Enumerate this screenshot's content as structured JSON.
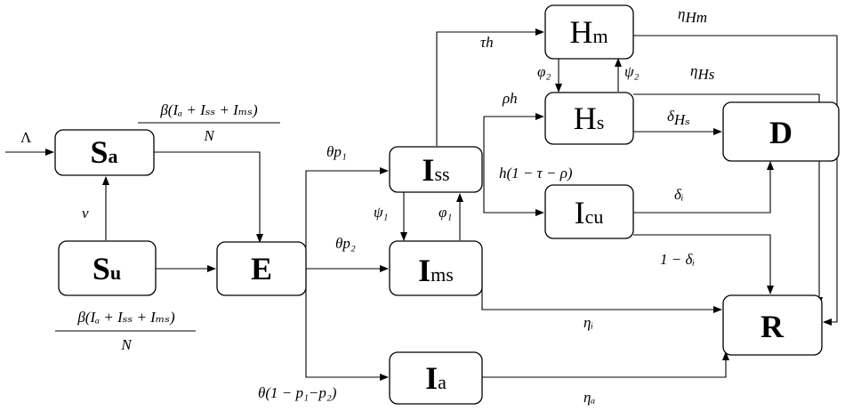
{
  "nodes": {
    "sa": {
      "main": "S",
      "sub": "a"
    },
    "su": {
      "main": "S",
      "sub": "u"
    },
    "e": {
      "main": "E",
      "sub": ""
    },
    "iss": {
      "main": "I",
      "sub": "ss"
    },
    "ims": {
      "main": "I",
      "sub": "ms"
    },
    "ia": {
      "main": "I",
      "sub": "a"
    },
    "hm": {
      "main": "H",
      "sub": "m"
    },
    "hs": {
      "main": "H",
      "sub": "s"
    },
    "icu": {
      "main": "I",
      "sub": "cu"
    },
    "d": {
      "main": "D",
      "sub": ""
    },
    "r": {
      "main": "R",
      "sub": ""
    }
  },
  "labels": {
    "lambda": "Λ",
    "v": "v",
    "beta_num": "β(Iₐ + Iₛₛ + Iₘₛ)",
    "beta_den": "N",
    "theta_p1": "θp₁",
    "theta_p2": "θp₂",
    "theta_rest": "θ(1 − p₁−p₂)",
    "tau_h": "τh",
    "rho_h": "ρh",
    "h_rest": "h(1 − τ − ρ)",
    "psi1": "ψ₁",
    "phi1": "φ₁",
    "phi2": "φ₂",
    "psi2": "ψ₂",
    "eta_hm": "η",
    "eta_hm_sub": "Hm",
    "eta_hs": "η",
    "eta_hs_sub": "Hs",
    "delta_hs": "δ",
    "delta_hs_sub": "Hₛ",
    "delta_i": "δᵢ",
    "one_minus_delta_i": "1 − δᵢ",
    "eta_i": "ηᵢ",
    "eta_a": "ηₐ"
  }
}
